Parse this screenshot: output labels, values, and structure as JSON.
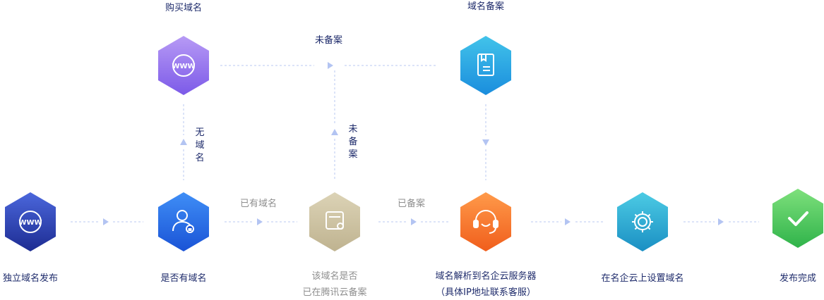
{
  "steps": {
    "publish_standalone": {
      "label": "独立域名发布",
      "icon": "www-icon"
    },
    "has_domain": {
      "label": "是否有域名",
      "icon": "user-check-icon"
    },
    "filed_check": {
      "label_line1": "该域名是否",
      "label_line2": "已在腾讯云备案",
      "icon": "card-check-icon"
    },
    "resolve_server": {
      "label_line1": "域名解析到名企云服务器",
      "label_line2": "（具体IP地址联系客服）",
      "icon": "headset-icon"
    },
    "configure_domain": {
      "label": "在名企云上设置域名",
      "icon": "gear-icon"
    },
    "publish_done": {
      "label": "发布完成",
      "icon": "check-icon"
    },
    "buy_domain": {
      "label": "购买域名",
      "icon": "www-icon"
    },
    "domain_filing": {
      "label": "域名备案",
      "icon": "book-icon"
    }
  },
  "edges": {
    "has_domain_yes": "已有域名",
    "filed_yes": "已备案",
    "not_filed_top": "未备案",
    "not_filed_vertical": [
      "未",
      "备",
      "案"
    ],
    "no_domain": [
      "无",
      "域",
      "名"
    ]
  },
  "colors": {
    "navy": [
      "#4b67dc",
      "#1d2c92"
    ],
    "blue": [
      "#3f8ef6",
      "#1a53d6"
    ],
    "purple": [
      "#b79af5",
      "#7c5ae8"
    ],
    "khaki": [
      "#dcd3b6",
      "#bfb390"
    ],
    "orange": [
      "#ff9a4a",
      "#f05e1c"
    ],
    "cyan": [
      "#42c3ea",
      "#1a8ddd"
    ],
    "teal": [
      "#4ccbe4",
      "#1a8fc3"
    ],
    "green": [
      "#7ee07c",
      "#2fb34a"
    ],
    "connector": "#b9c8f2"
  }
}
